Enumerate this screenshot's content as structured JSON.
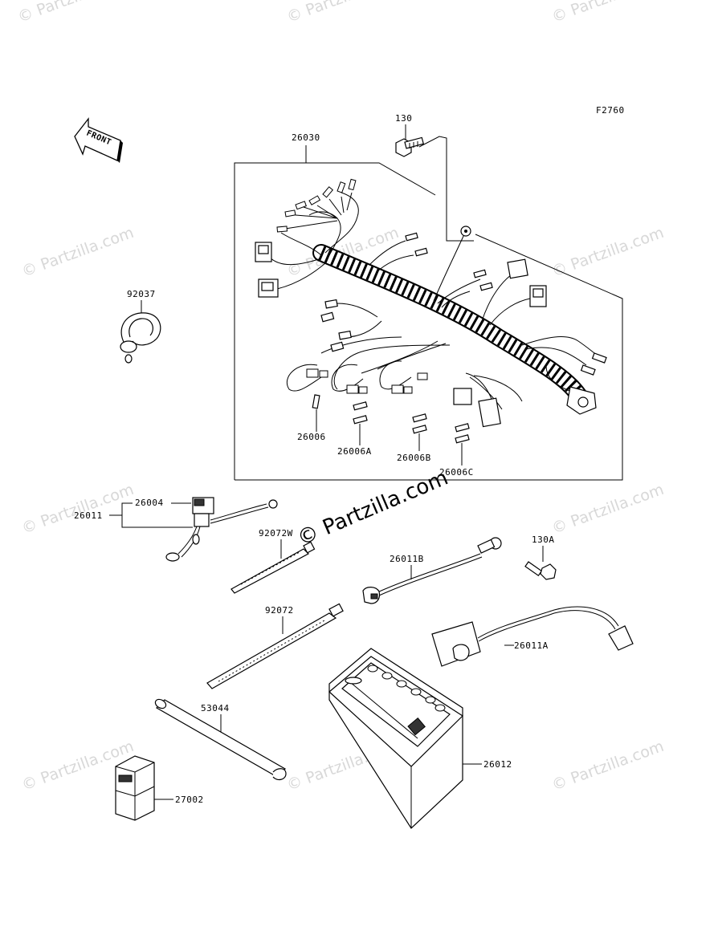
{
  "figure_code": "F2760",
  "front_arrow": "FRONT",
  "center_watermark": "© Partzilla.com",
  "watermark": "© Partzilla.com",
  "parts": {
    "p130": "130",
    "p26030": "26030",
    "p92037": "92037",
    "p26006": "26006",
    "p26006A": "26006A",
    "p26006B": "26006B",
    "p26006C": "26006C",
    "p26004": "26004",
    "p26011": "26011",
    "p92072W": "92072W",
    "p26011B": "26011B",
    "p130A": "130A",
    "p92072": "92072",
    "p26011A": "26011A",
    "p53044": "53044",
    "p26012": "26012",
    "p27002": "27002"
  }
}
